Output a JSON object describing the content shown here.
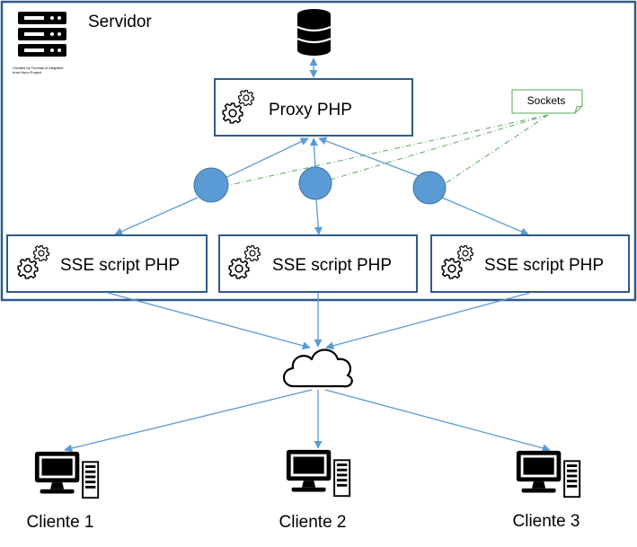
{
  "server": {
    "title": "Servidor",
    "icon_caption_line1": "Created by Thomas in Adaptilve",
    "icon_caption_line2": "from Noun Project"
  },
  "proxy": {
    "label": "Proxy PHP"
  },
  "sockets": {
    "label": "Sockets"
  },
  "scripts": [
    {
      "label": "SSE script PHP"
    },
    {
      "label": "SSE script PHP"
    },
    {
      "label": "SSE script PHP"
    }
  ],
  "clients": [
    {
      "label": "Cliente 1"
    },
    {
      "label": "Cliente 2"
    },
    {
      "label": "Cliente 3"
    }
  ],
  "icons": {
    "server": "server-rack-icon",
    "database": "database-icon",
    "gears": "gears-icon",
    "cloud": "cloud-icon",
    "client": "desktop-computer-icon"
  },
  "colors": {
    "border": "#2e5b8a",
    "arrow": "#5b9bd5",
    "socket_node": "#5b9bd5",
    "socket_line": "#5aa85a",
    "icon": "#000000"
  }
}
